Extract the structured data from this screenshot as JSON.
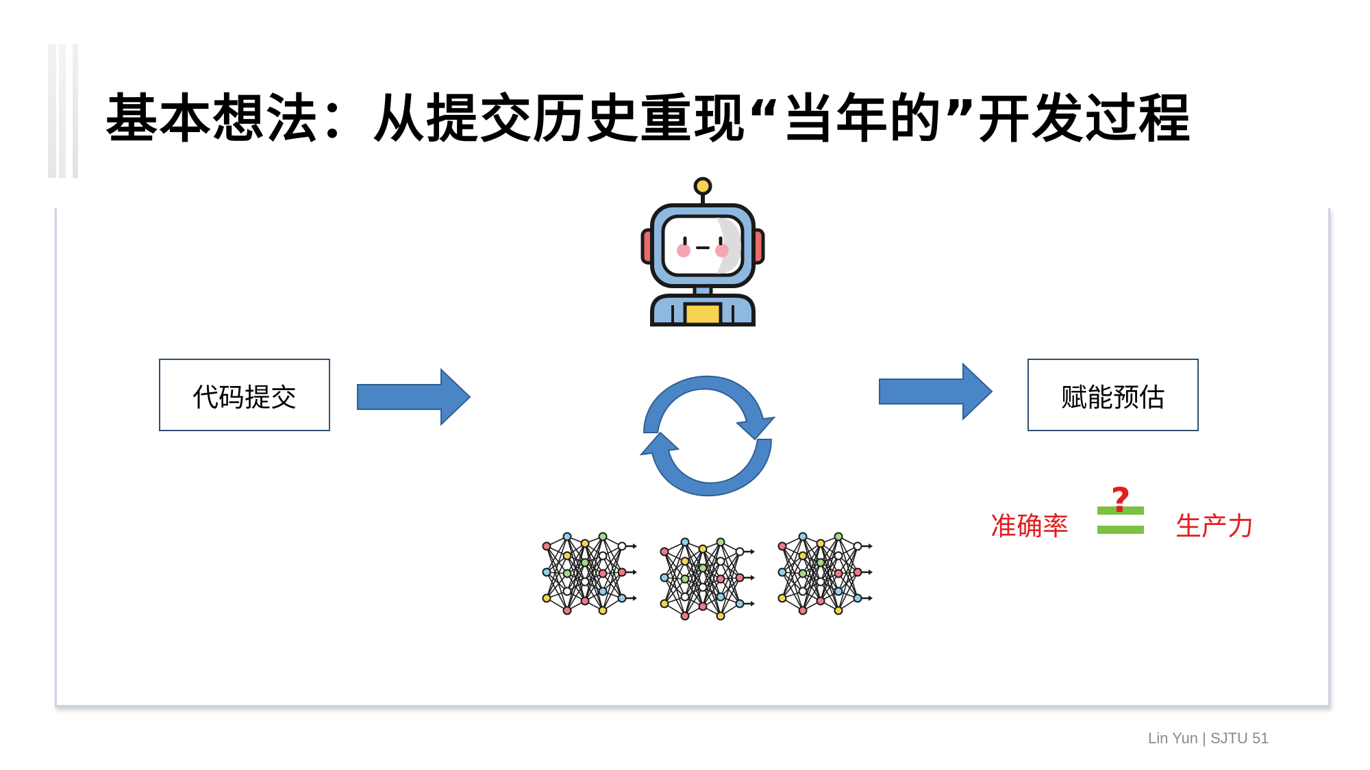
{
  "slide": {
    "title": "基本想法：从提交历史重现“当年的”开发过程",
    "footer": "Lin Yun | SJTU 51"
  },
  "diagram": {
    "input_box_label": "代码提交",
    "output_box_label": "赋能预估",
    "accuracy_label": "准确率",
    "productivity_label": "生产力",
    "question_mark": "?",
    "icons": {
      "agent": "robot-icon",
      "loop": "cycle-arrows-icon",
      "models": "neural-network-icon",
      "arrows": "right-arrow-icon",
      "relation": "equals-question-icon"
    },
    "colors": {
      "arrow_fill": "#4a86c6",
      "arrow_stroke": "#2f5f8f",
      "highlight_red": "#e01e1e",
      "equals_green": "#7cc242"
    }
  }
}
